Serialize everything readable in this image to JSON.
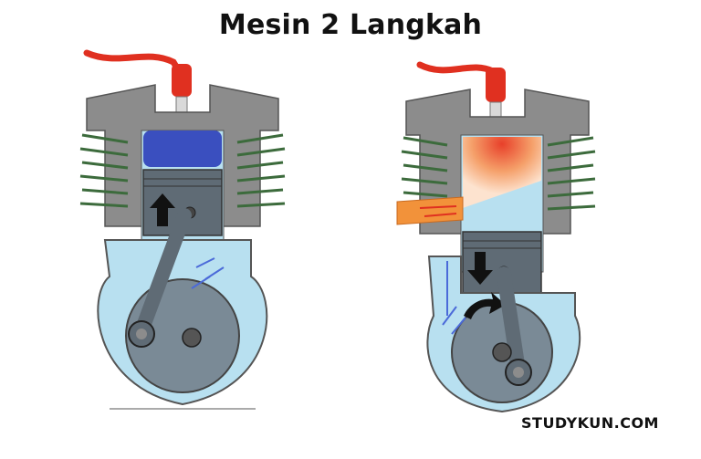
{
  "title": "Mesin 2 Langkah",
  "watermark": "STUDYKUN.COM",
  "colors": {
    "background": "#ffffff",
    "casing_gray": "#8c8c8c",
    "casing_dark": "#5a5a5a",
    "fins_green": "#3c6b3c",
    "spark_plug_wire": "#e03020",
    "compressed_charge_blue": "#3a4fbf",
    "combustion_red": "#f26a3a",
    "exhaust_orange": "#f2923a",
    "intake_light_blue": "#b8e0f0",
    "piston_gray": "#5f6b75"
  },
  "panels": [
    {
      "state": "upstroke",
      "piston_direction": "up"
    },
    {
      "state": "downstroke",
      "piston_direction": "down"
    }
  ]
}
